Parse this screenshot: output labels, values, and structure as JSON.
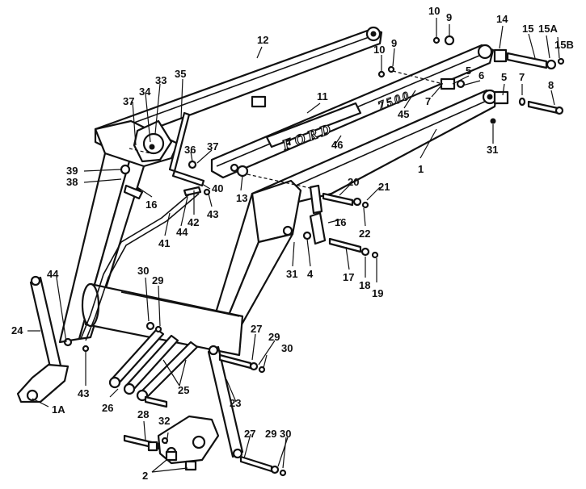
{
  "diagram": {
    "frame_text": {
      "brand": "FORD",
      "model": "7500"
    },
    "labels": [
      "1",
      "1A",
      "2",
      "4",
      "5",
      "5",
      "6",
      "7",
      "7",
      "8",
      "9",
      "9",
      "10",
      "10",
      "11",
      "12",
      "13",
      "14",
      "15",
      "15A",
      "15B",
      "16",
      "16",
      "17",
      "18",
      "19",
      "20",
      "21",
      "22",
      "23",
      "24",
      "25",
      "26",
      "27",
      "27",
      "28",
      "29",
      "29",
      "29",
      "30",
      "30",
      "30",
      "31",
      "31",
      "32",
      "33",
      "34",
      "35",
      "36",
      "37",
      "37",
      "38",
      "39",
      "40",
      "41",
      "42",
      "43",
      "43",
      "44",
      "44",
      "45",
      "46"
    ]
  }
}
